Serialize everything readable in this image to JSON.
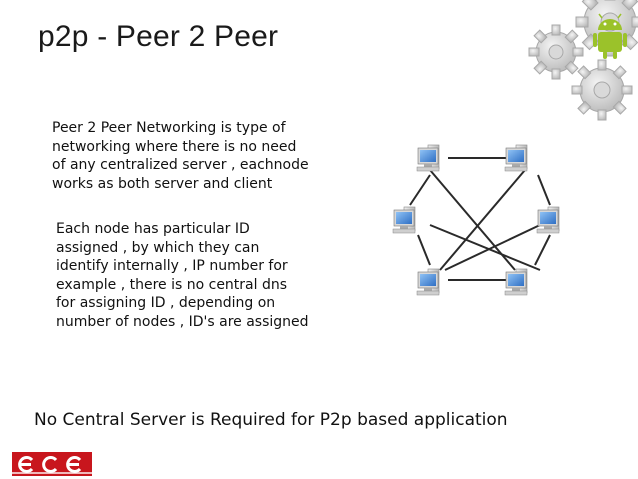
{
  "slide": {
    "title": "p2p - Peer 2 Peer",
    "paragraph_1": "Peer 2 Peer Networking is type of\nnetworking  where there is no need\nof any centralized server , eachnode\nworks as both server and client",
    "paragraph_2": "Each node has particular ID\nassigned , by which they can\nidentify internally , IP number for\nexample , there is no central dns\nfor assigning ID , depending on\nnumber of nodes , ID's are assigned",
    "footer_statement": "No Central Server is Required for P2p based application"
  },
  "icons": {
    "top_right": "gears-android-icon",
    "nodes": "computer-icon",
    "logo": "ece-logo"
  },
  "colors": {
    "android_green": "#9bc22a",
    "logo_red": "#c8161d",
    "screen_blue": "#2f6fc4"
  }
}
